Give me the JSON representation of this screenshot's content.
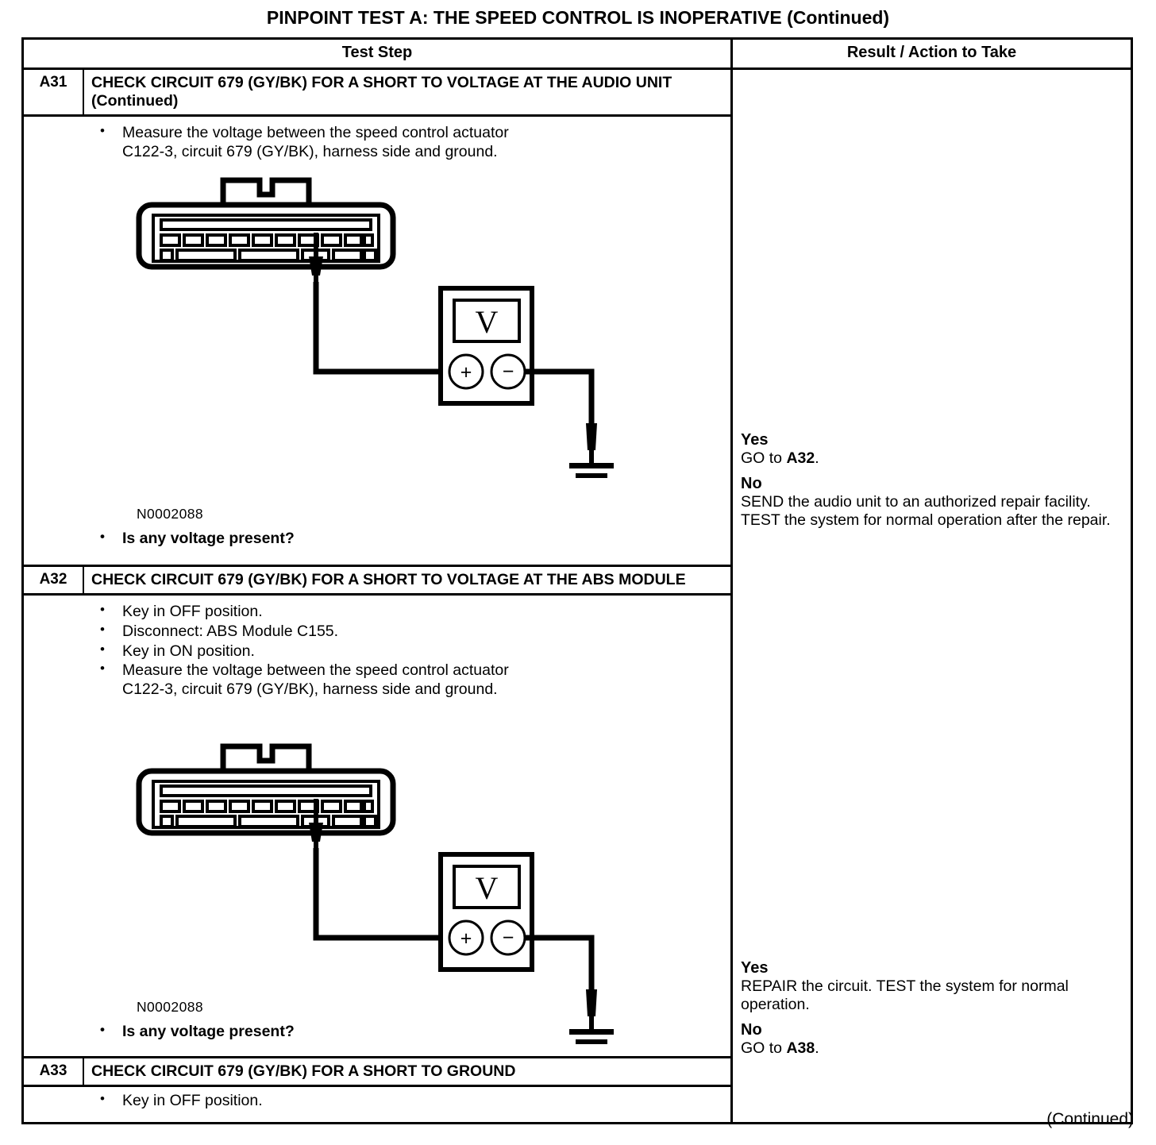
{
  "page": {
    "title": "PINPOINT TEST  A: THE SPEED CONTROL IS INOPERATIVE (Continued)",
    "footer": "(Continued)"
  },
  "table": {
    "headers": {
      "test_step": "Test Step",
      "result_action": "Result / Action to Take"
    },
    "steps": [
      {
        "code": "A31",
        "title": "CHECK CIRCUIT 679 (GY/BK) FOR A SHORT TO VOLTAGE AT THE AUDIO UNIT (Continued)",
        "bullets": [
          {
            "line1": "Measure the voltage between the speed control actuator",
            "line2": "C122-3, circuit 679 (GY/BK), harness side and ground."
          }
        ],
        "figure_id": "N0002088",
        "question": "Is any voltage present?",
        "results": [
          {
            "label": "Yes",
            "text": "GO to ",
            "bold_ref": "A32",
            "tail": "."
          },
          {
            "label": "No",
            "text": "SEND the audio unit to an authorized repair facility. TEST the system for normal operation after the repair.",
            "bold_ref": "",
            "tail": ""
          }
        ]
      },
      {
        "code": "A32",
        "title": "CHECK CIRCUIT 679 (GY/BK) FOR A SHORT TO VOLTAGE AT THE ABS MODULE",
        "bullets": [
          {
            "line1": "Key in OFF position.",
            "line2": ""
          },
          {
            "line1": "Disconnect: ABS Module C155.",
            "line2": ""
          },
          {
            "line1": "Key in ON position.",
            "line2": ""
          },
          {
            "line1": "Measure the voltage between the speed control actuator",
            "line2": "C122-3, circuit 679 (GY/BK), harness side and ground."
          }
        ],
        "figure_id": "N0002088",
        "question": "Is any voltage present?",
        "results": [
          {
            "label": "Yes",
            "text": "REPAIR the circuit. TEST the system for normal operation.",
            "bold_ref": "",
            "tail": ""
          },
          {
            "label": "No",
            "text": "GO to ",
            "bold_ref": "A38",
            "tail": "."
          }
        ]
      },
      {
        "code": "A33",
        "title": "CHECK CIRCUIT 679 (GY/BK) FOR A SHORT TO GROUND",
        "bullets": [
          {
            "line1": "Key in OFF position.",
            "line2": ""
          }
        ],
        "figure_id": "",
        "question": "",
        "results": []
      }
    ]
  },
  "diagram": {
    "meter_symbol": "V",
    "positive_terminal": "+",
    "negative_terminal": "−",
    "connector_pin_count": 10,
    "ground_symbol": "earth-ground"
  },
  "colors": {
    "ink": "#000000",
    "paper": "#ffffff"
  }
}
